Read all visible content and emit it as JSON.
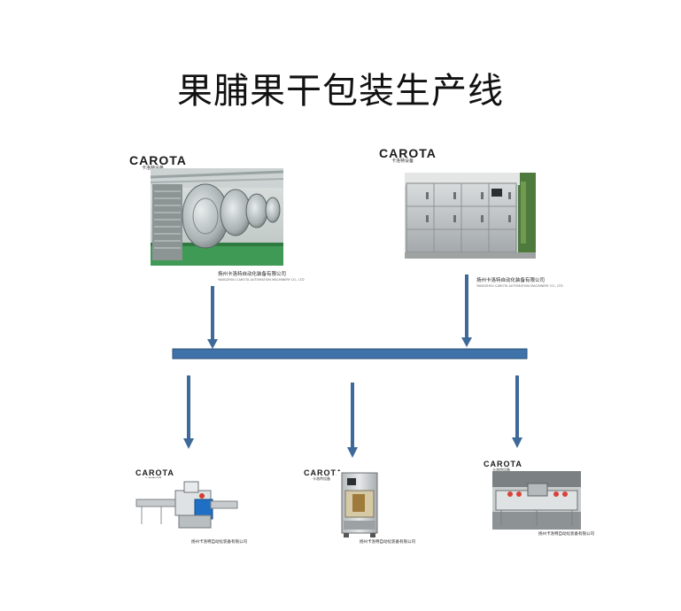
{
  "title": "果脯果干包装生产线",
  "brand": {
    "logo_text": "CAROTA",
    "logo_sub": "卡洛特设备",
    "company_cn": "扬州卡洛特自动化装备有限公司",
    "company_en": "YANGZHOU CAROTA AUTOMATION MACHINERY CO., LTD"
  },
  "colors": {
    "arrow": "#3e6a9a",
    "bus_fill": "#3f72a8",
    "bus_stroke": "#2a4f78"
  },
  "machines": [
    {
      "id": "vacuum-freeze-dryer",
      "icon": "vacuum-freeze-dryer-photo"
    },
    {
      "id": "stainless-drying-cabinet",
      "icon": "drying-cabinet-photo"
    },
    {
      "id": "pillow-flow-wrapper",
      "icon": "flow-wrapper-photo"
    },
    {
      "id": "vertical-packing-machine",
      "icon": "vertical-packer-photo"
    },
    {
      "id": "tray-sealing-line",
      "icon": "tray-sealer-photo"
    }
  ]
}
